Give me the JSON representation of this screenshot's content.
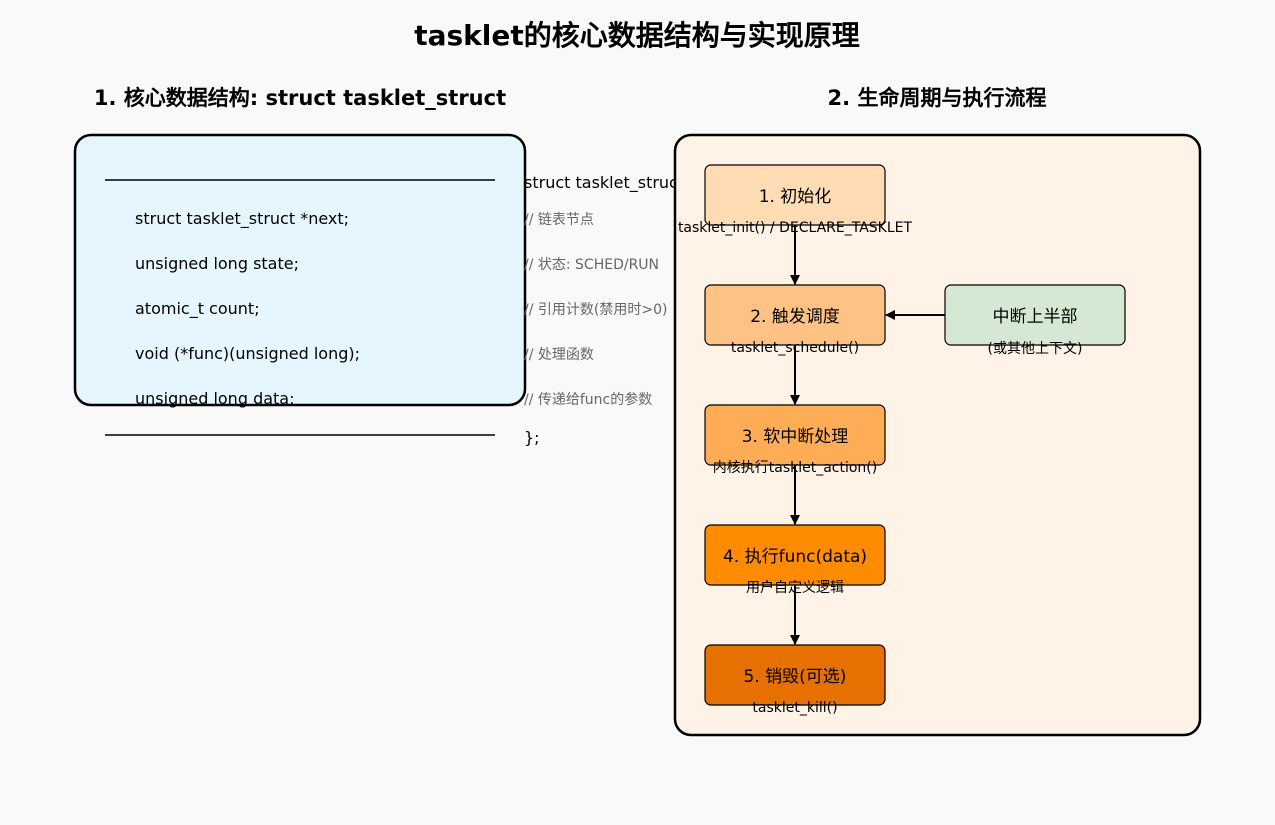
{
  "page": {
    "title": "tasklet的核心数据结构与实现原理"
  },
  "struct_section": {
    "title": "1. 核心数据结构: struct tasklet_struct",
    "header": "struct tasklet_struct {",
    "footer": "};",
    "fields": [
      {
        "code": "struct tasklet_struct *next;",
        "comment": "// 链表节点"
      },
      {
        "code": "unsigned long state;",
        "comment": "// 状态: SCHED/RUN"
      },
      {
        "code": "atomic_t count;",
        "comment": "// 引用计数(禁用时>0)"
      },
      {
        "code": "void (*func)(unsigned long);",
        "comment": "// 处理函数"
      },
      {
        "code": "unsigned long data;",
        "comment": "// 传递给func的参数"
      }
    ]
  },
  "lifecycle_section": {
    "title": "2. 生命周期与执行流程",
    "steps": [
      {
        "label": "1. 初始化",
        "sub": "tasklet_init() / DECLARE_TASKLET",
        "color": "#ffdcb3"
      },
      {
        "label": "2. 触发调度",
        "sub": "tasklet_schedule()",
        "color": "#ffc285"
      },
      {
        "label": "3. 软中断处理",
        "sub": "内核执行tasklet_action()",
        "color": "#ffac57"
      },
      {
        "label": "4. 执行func(data)",
        "sub": "用户自定义逻辑",
        "color": "#ff8c00"
      },
      {
        "label": "5. 销毁(可选)",
        "sub": "tasklet_kill()",
        "color": "#e67000"
      }
    ],
    "trigger": {
      "label": "中断上半部",
      "sub": "(或其他上下文)",
      "color": "#d5e8d4"
    }
  },
  "colors": {
    "struct_panel_fill": "#e5f6ff",
    "lifecycle_panel_fill": "#fff2e6",
    "comment_text": "#666666",
    "border": "#000000"
  }
}
